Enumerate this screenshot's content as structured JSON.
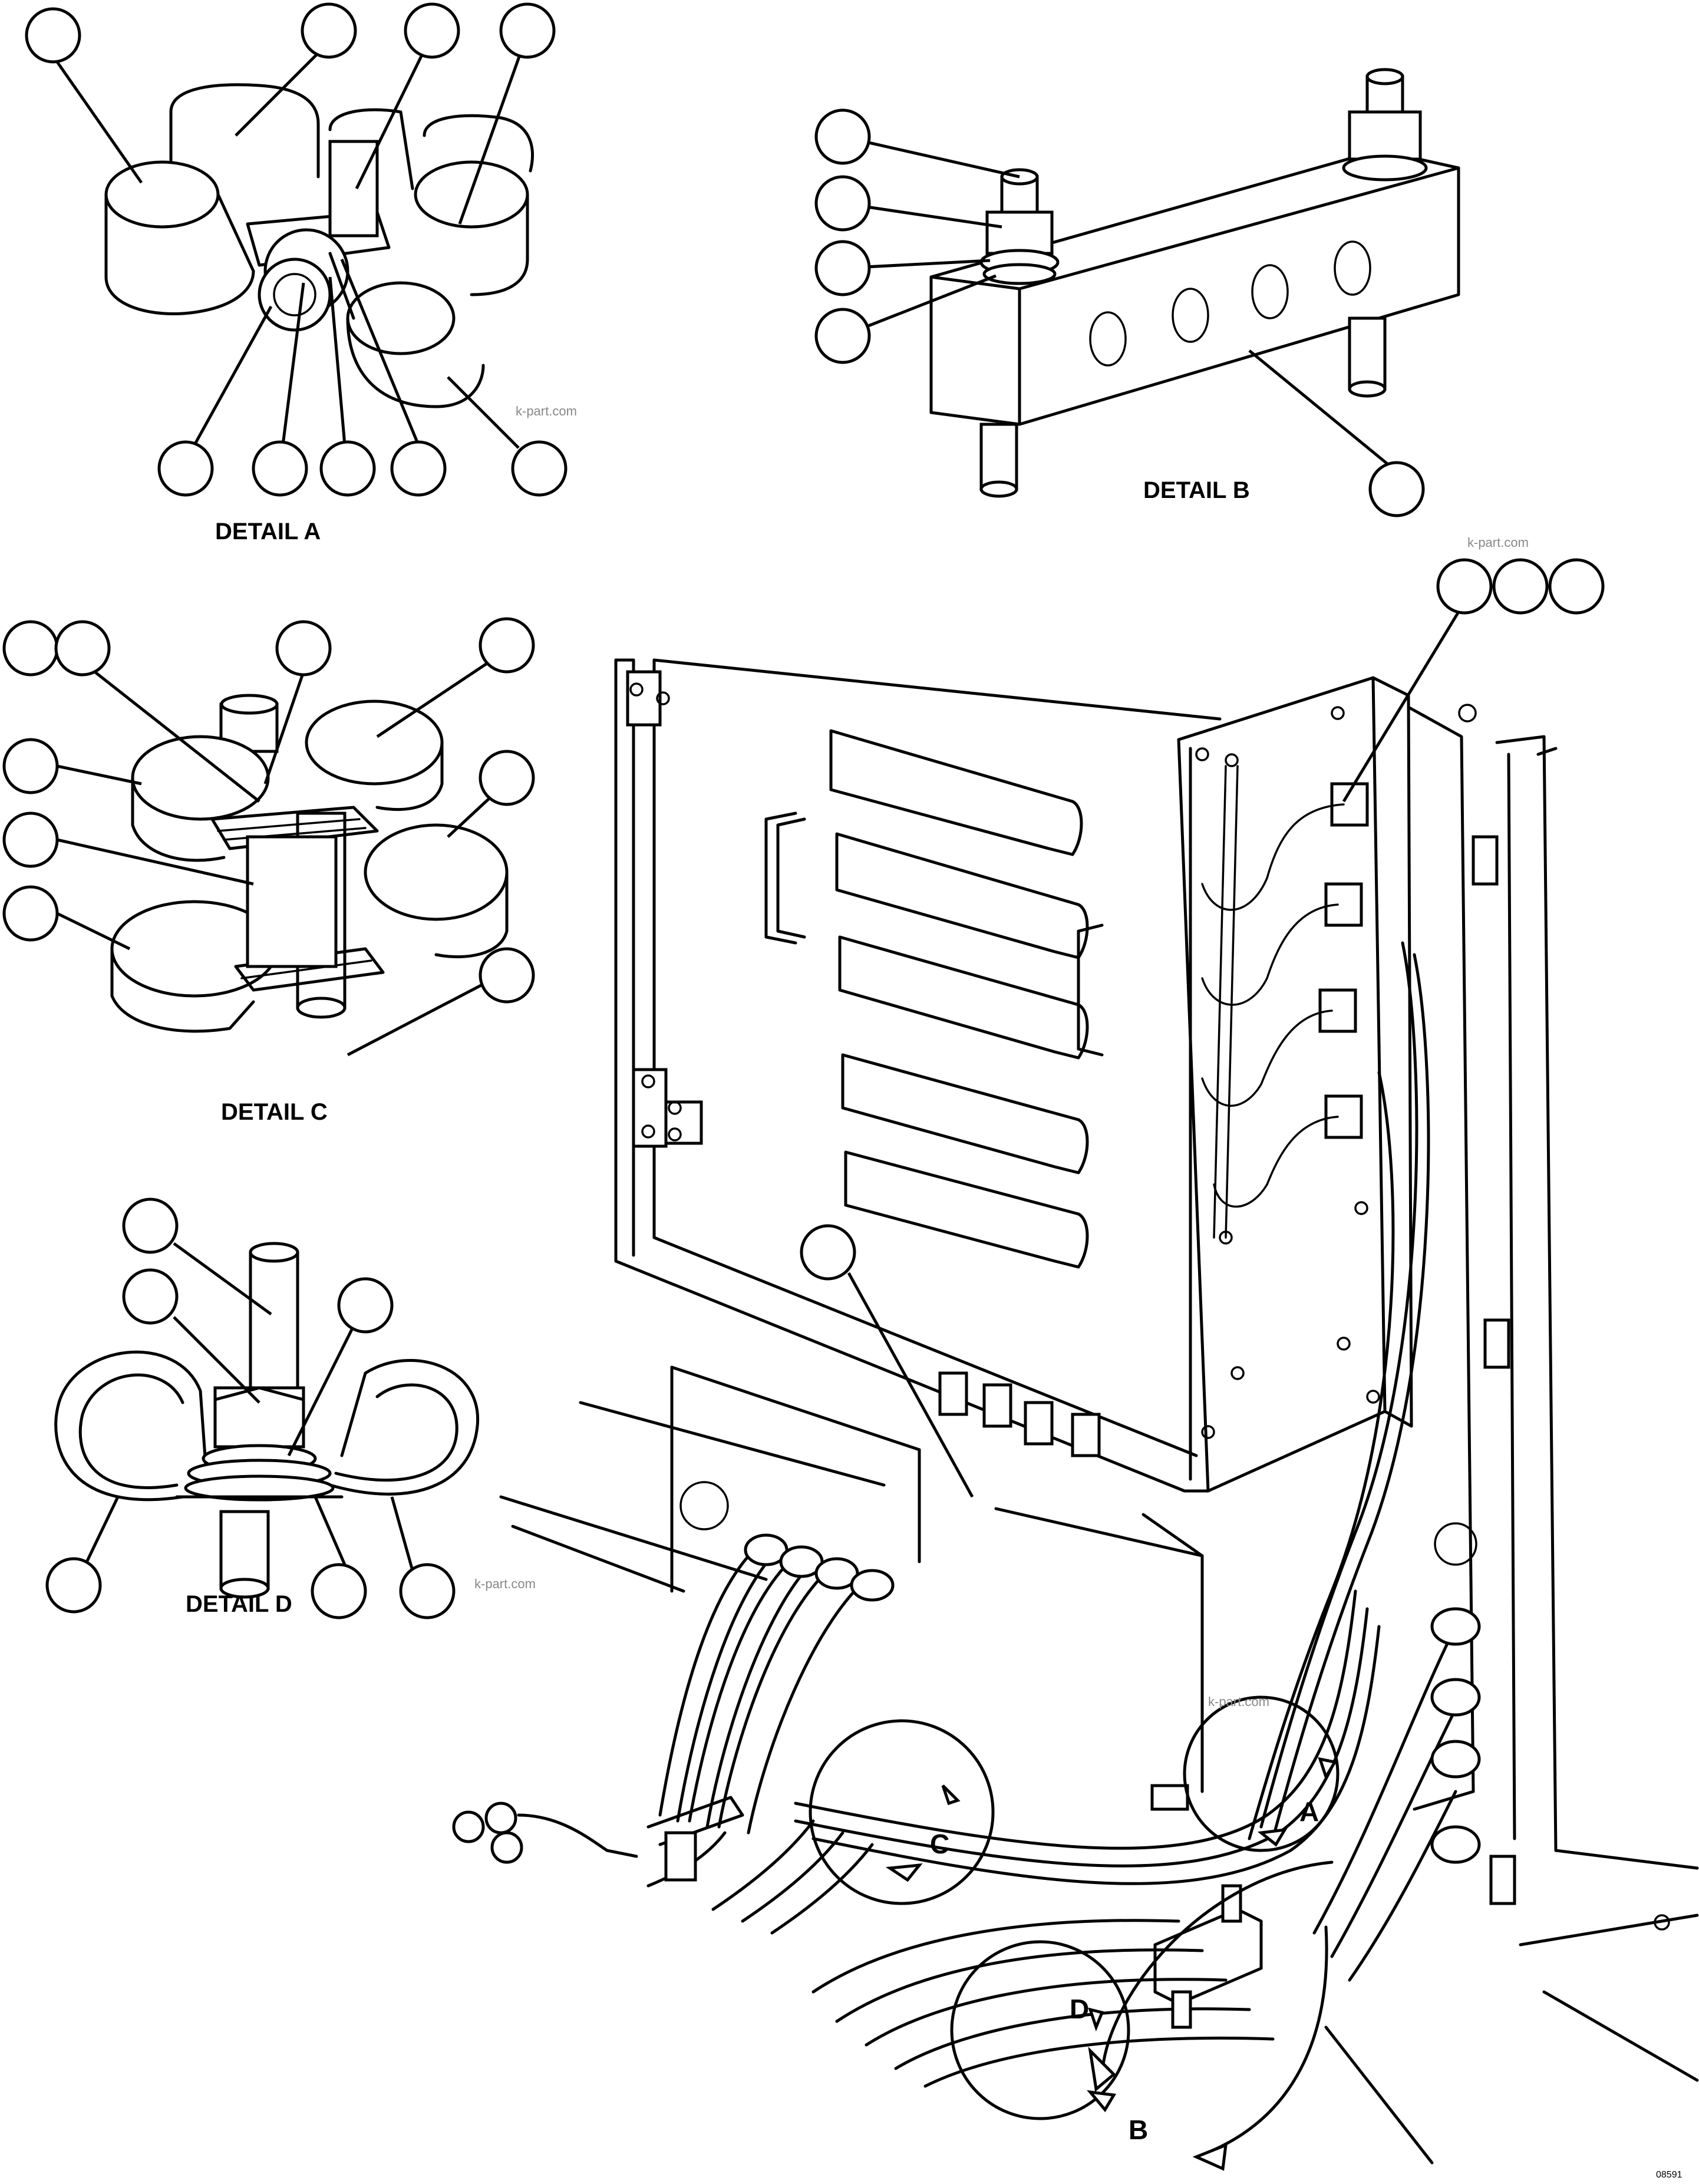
{
  "details": {
    "a": {
      "label": "DETAIL A"
    },
    "b": {
      "label": "DETAIL B"
    },
    "c": {
      "label": "DETAIL C"
    },
    "d": {
      "label": "DETAIL D"
    }
  },
  "view_markers": {
    "a": "A",
    "b": "B",
    "c": "C",
    "d": "D"
  },
  "watermark": "k-part.com",
  "figure_code": "08591"
}
